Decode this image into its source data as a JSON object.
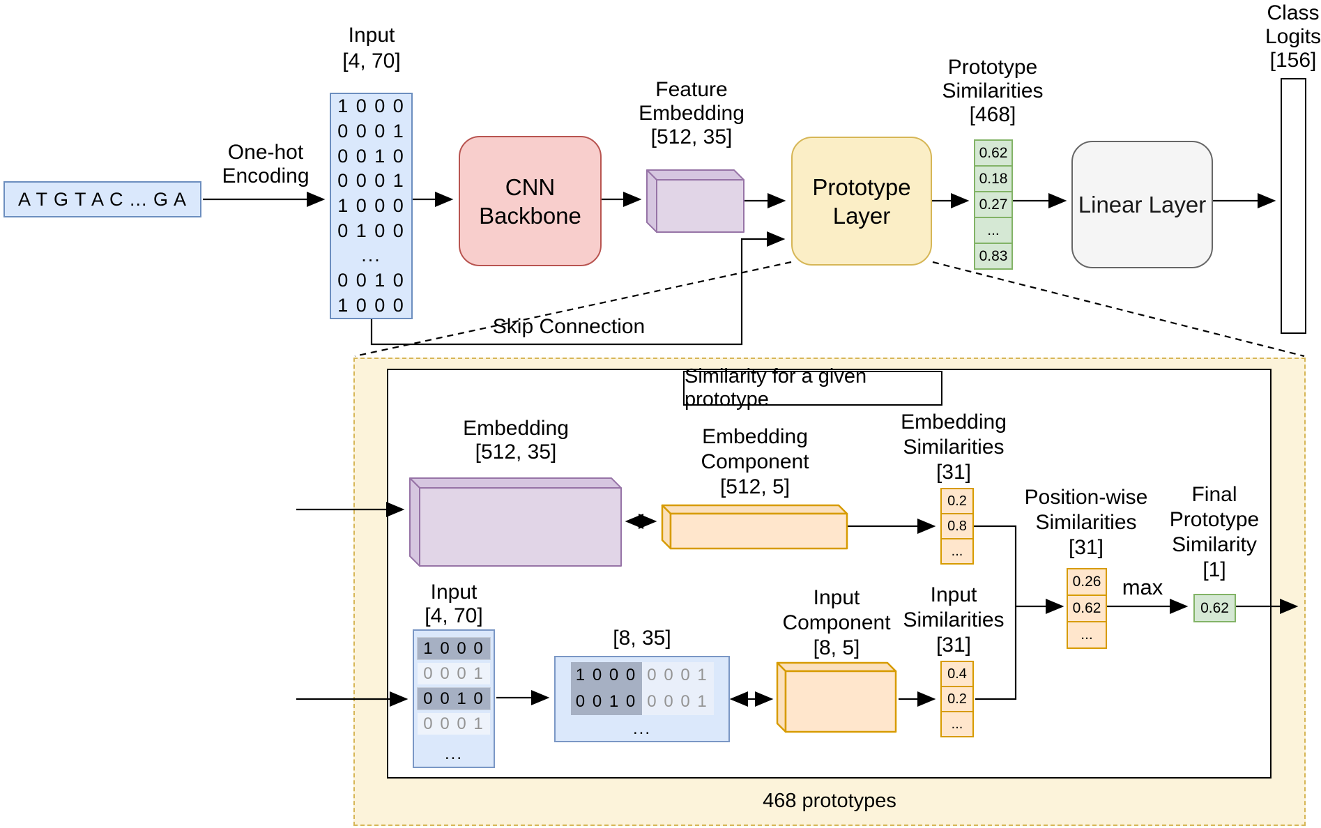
{
  "colors": {
    "blue_fill": "#dae8fc",
    "blue_border": "#6c8ebf",
    "red_fill": "#f8cecc",
    "red_border": "#b85450",
    "purple_fill": "#e1d5e7",
    "purple_border": "#9673a6",
    "yellow_fill": "#fbeec6",
    "yellow_border": "#d6b656",
    "panel_fill": "#fcf3da",
    "green_fill": "#d5e8d4",
    "green_border": "#82b366",
    "orange_fill": "#ffe6cc",
    "orange_border": "#d79b00",
    "gray_fill": "#f5f5f5",
    "gray_border": "#666666",
    "highlight_row": "#a6b0c3",
    "dim_text": "#949494"
  },
  "top": {
    "sequence": "A T G T A C ... G A",
    "onehot_1": "One-hot",
    "onehot_2": "Encoding",
    "input_label_1": "Input",
    "input_label_2": "[4, 70]",
    "input_rows": [
      "1 0 0 0",
      "0 0 0 1",
      "0 0 1 0",
      "0 0 0 1",
      "1 0 0 0",
      "0 1 0 0",
      "...",
      "0 0 1 0",
      "1 0 0 0"
    ],
    "cnn_1": "CNN",
    "cnn_2": "Backbone",
    "feature_1": "Feature",
    "feature_2": "Embedding",
    "feature_3": "[512, 35]",
    "prototype_1": "Prototype",
    "prototype_2": "Layer",
    "proto_sims_1": "Prototype",
    "proto_sims_2": "Similarities",
    "proto_sims_3": "[468]",
    "proto_sims": [
      "0.62",
      "0.18",
      "0.27",
      "...",
      "0.83"
    ],
    "linear": "Linear Layer",
    "logits_1": "Class",
    "logits_2": "Logits",
    "logits_3": "[156]",
    "skip": "Skip Connection"
  },
  "detail": {
    "title": "Similarity for a given prototype",
    "embedding_1": "Embedding",
    "embedding_2": "[512, 35]",
    "emb_comp_1": "Embedding",
    "emb_comp_2": "Component",
    "emb_comp_3": "[512, 5]",
    "emb_sims_1": "Embedding",
    "emb_sims_2": "Similarities",
    "emb_sims_3": "[31]",
    "emb_sims": [
      "0.2",
      "0.8",
      "..."
    ],
    "input_label_1": "Input",
    "input_label_2": "[4, 70]",
    "input_rows": [
      "1 0 0 0",
      "0 0 0 1",
      "0 0 1 0",
      "0 0 0 1",
      "..."
    ],
    "m835_label": "[8, 35]",
    "m835_r1_dark": "1 0 0 0",
    "m835_r1_light": "0 0 0 1",
    "m835_r2_dark": "0 0 1 0",
    "m835_r2_light": "0 0 0 1",
    "m835_dots": "...",
    "input_comp_1": "Input",
    "input_comp_2": "Component",
    "input_comp_3": "[8, 5]",
    "input_sims_1": "Input",
    "input_sims_2": "Similarities",
    "input_sims_3": "[31]",
    "input_sims": [
      "0.4",
      "0.2",
      "..."
    ],
    "pos_1": "Position-wise",
    "pos_2": "Similarities",
    "pos_3": "[31]",
    "pos_sims": [
      "0.26",
      "0.62",
      "..."
    ],
    "max_label": "max",
    "final_1": "Final",
    "final_2": "Prototype",
    "final_3": "Similarity",
    "final_4": "[1]",
    "final_value": "0.62",
    "prototypes_count": "468 prototypes"
  }
}
